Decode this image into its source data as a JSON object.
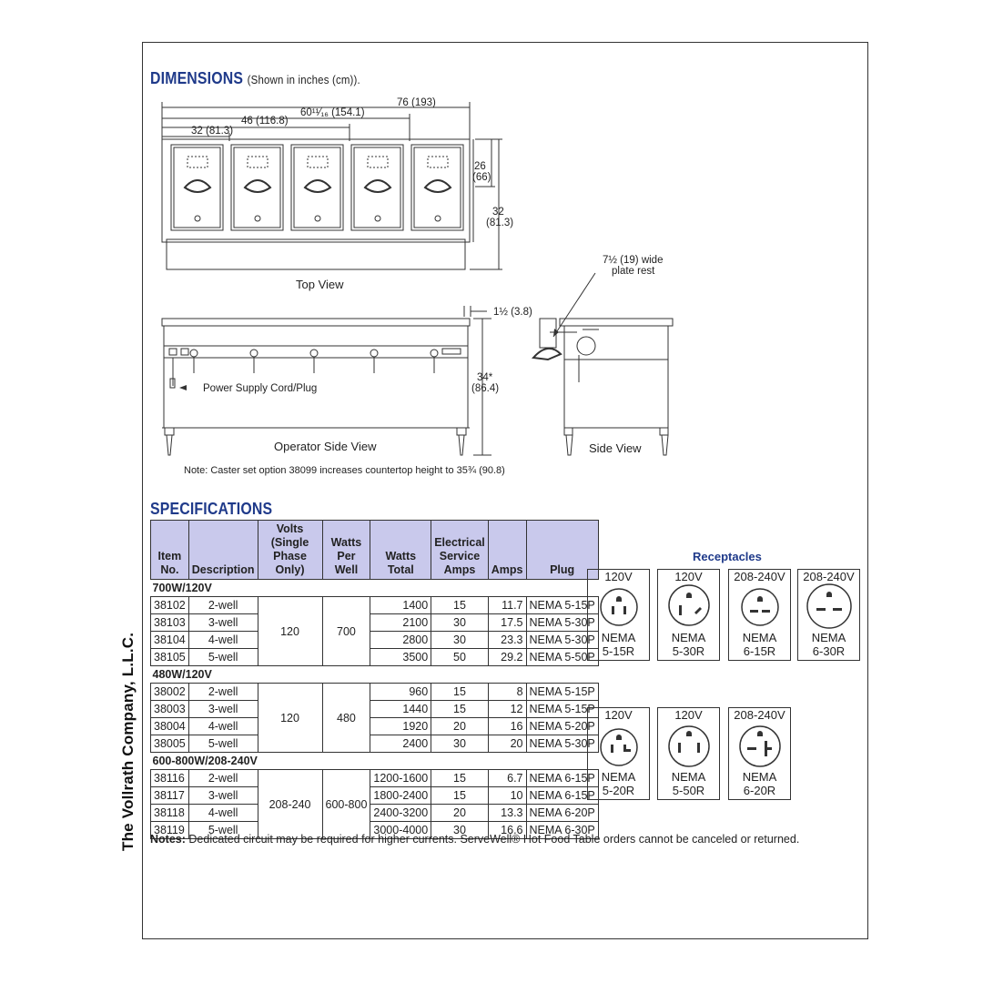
{
  "company": "The Vollrath Company, L.L.C.",
  "dimensions": {
    "title": "DIMENSIONS",
    "subtitle": "(Shown in inches (cm)).",
    "dim_76": "76 (193)",
    "dim_60": "60¹¹⁄₁₆ (154.1)",
    "dim_46": "46 (116.8)",
    "dim_32w": "32 (81.3)",
    "dim_26": "26",
    "dim_26cm": "(66)",
    "dim_32d": "32",
    "dim_32dcm": "(81.3)",
    "dim_15": "1½ (3.8)",
    "dim_34": "34*",
    "dim_34cm": "(86.4)",
    "plate_rest_1": "7½ (19) wide",
    "plate_rest_2": "plate rest",
    "top_view": "Top View",
    "power_cord": "Power Supply Cord/Plug",
    "operator_view": "Operator Side View",
    "side_view": "Side View",
    "note": "Note: Caster set option 38099 increases countertop height to 35¾ (90.8)"
  },
  "specifications": {
    "title": "SPECIFICATIONS",
    "headers": [
      "Item No.",
      "Description",
      "Volts (Single Phase Only)",
      "Watts Per Well",
      "Watts Total",
      "Electrical Service Amps",
      "Amps",
      "Plug"
    ],
    "header_lines": {
      "item": [
        "Item",
        "No."
      ],
      "desc": [
        "Description"
      ],
      "volts": [
        "Volts",
        "(Single",
        "Phase Only)"
      ],
      "wpw": [
        "Watts",
        "Per Well"
      ],
      "wt": [
        "Watts",
        "Total"
      ],
      "esa": [
        "Electrical",
        "Service",
        "Amps"
      ],
      "amps": [
        "Amps"
      ],
      "plug": [
        "Plug"
      ]
    },
    "groups": [
      {
        "label": "700W/120V",
        "volts": "120",
        "watts_per_well": "700",
        "rows": [
          {
            "item": "38102",
            "desc": "2-well",
            "total": "1400",
            "service": "15",
            "amps": "11.7",
            "plug": "NEMA 5-15P"
          },
          {
            "item": "38103",
            "desc": "3-well",
            "total": "2100",
            "service": "30",
            "amps": "17.5",
            "plug": "NEMA 5-30P"
          },
          {
            "item": "38104",
            "desc": "4-well",
            "total": "2800",
            "service": "30",
            "amps": "23.3",
            "plug": "NEMA 5-30P"
          },
          {
            "item": "38105",
            "desc": "5-well",
            "total": "3500",
            "service": "50",
            "amps": "29.2",
            "plug": "NEMA 5-50P"
          }
        ]
      },
      {
        "label": "480W/120V",
        "volts": "120",
        "watts_per_well": "480",
        "rows": [
          {
            "item": "38002",
            "desc": "2-well",
            "total": "960",
            "service": "15",
            "amps": "8",
            "plug": "NEMA 5-15P"
          },
          {
            "item": "38003",
            "desc": "3-well",
            "total": "1440",
            "service": "15",
            "amps": "12",
            "plug": "NEMA 5-15P"
          },
          {
            "item": "38004",
            "desc": "4-well",
            "total": "1920",
            "service": "20",
            "amps": "16",
            "plug": "NEMA 5-20P"
          },
          {
            "item": "38005",
            "desc": "5-well",
            "total": "2400",
            "service": "30",
            "amps": "20",
            "plug": "NEMA 5-30P"
          }
        ]
      },
      {
        "label": "600-800W/208-240V",
        "volts": "208-240",
        "watts_per_well": "600-800",
        "rows": [
          {
            "item": "38116",
            "desc": "2-well",
            "total": "1200-1600",
            "service": "15",
            "amps": "6.7",
            "plug": "NEMA 6-15P"
          },
          {
            "item": "38117",
            "desc": "3-well",
            "total": "1800-2400",
            "service": "15",
            "amps": "10",
            "plug": "NEMA 6-15P"
          },
          {
            "item": "38118",
            "desc": "4-well",
            "total": "2400-3200",
            "service": "20",
            "amps": "13.3",
            "plug": "NEMA 6-20P"
          },
          {
            "item": "38119",
            "desc": "5-well",
            "total": "3000-4000",
            "service": "30",
            "amps": "16.6",
            "plug": "NEMA 6-30P"
          }
        ]
      }
    ],
    "notes_label": "Notes:",
    "notes_text": "Dedicated circuit may be required for higher currents. ServeWell® Hot Food Table orders cannot be canceled or returned."
  },
  "receptacles": {
    "title": "Receptacles",
    "items": [
      {
        "volts": "120V",
        "name1": "NEMA",
        "name2": "5-15R"
      },
      {
        "volts": "120V",
        "name1": "NEMA",
        "name2": "5-30R"
      },
      {
        "volts": "208-240V",
        "name1": "NEMA",
        "name2": "6-15R"
      },
      {
        "volts": "208-240V",
        "name1": "NEMA",
        "name2": "6-30R"
      },
      {
        "volts": "120V",
        "name1": "NEMA",
        "name2": "5-20R"
      },
      {
        "volts": "120V",
        "name1": "NEMA",
        "name2": "5-50R"
      },
      {
        "volts": "208-240V",
        "name1": "NEMA",
        "name2": "6-20R"
      }
    ]
  }
}
